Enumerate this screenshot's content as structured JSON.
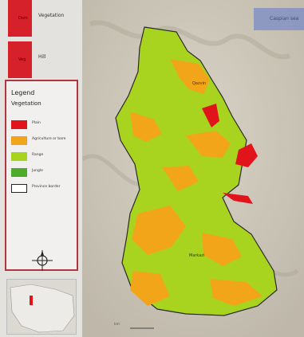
{
  "top_rows": [
    {
      "label": "Vegetation",
      "swatch_text": "Dom"
    },
    {
      "label": "Hill",
      "swatch_text": "Veg"
    }
  ],
  "legend": {
    "title": "Legend",
    "subtitle": "Vegetation",
    "items": [
      {
        "label": "Plain",
        "color": "#e0141a"
      },
      {
        "label": "Agriculture or bare",
        "color": "#f3a51a"
      },
      {
        "label": "Range",
        "color": "#a8d420"
      },
      {
        "label": "Jungle",
        "color": "#4cab2a"
      },
      {
        "label": "Province border",
        "color": "#ffffff"
      }
    ]
  },
  "map": {
    "sea_label": "Caspian sea",
    "cities": [
      "Qazvin",
      "Markazi"
    ],
    "scale_text": "km"
  }
}
